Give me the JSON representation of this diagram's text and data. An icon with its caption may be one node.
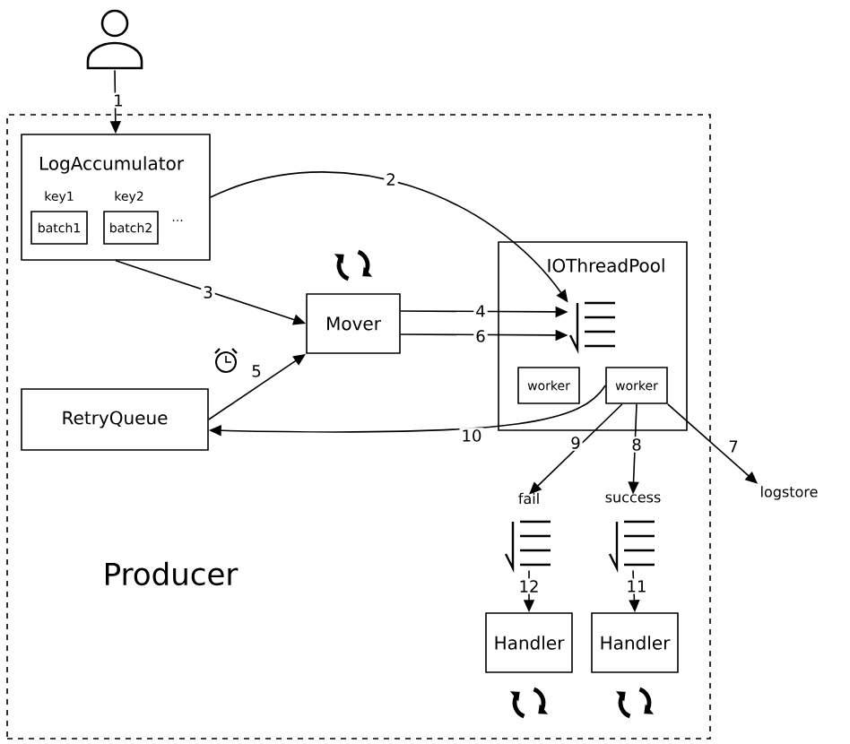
{
  "diagram": {
    "nodes": [
      {
        "text": [],
        "shape": "person"
      },
      {
        "text": [
          "Producer"
        ]
      },
      {
        "text": [
          "LogAccumulator"
        ],
        "in": 1
      },
      {
        "text": [
          "batch1"
        ],
        "beside": [
          "key1"
        ],
        "in": 2
      },
      {
        "text": [
          "batch2"
        ],
        "beside": [
          "key2"
        ],
        "in": 2
      },
      {
        "text": [
          "Mover"
        ],
        "in": 1
      },
      {
        "text": [
          "RetryQueue"
        ],
        "in": 1
      },
      {
        "text": [
          "IOThreadPool"
        ],
        "in": 1
      },
      {
        "text": [],
        "shape": "queue",
        "in": 7
      },
      {
        "text": [
          "worker"
        ],
        "in": 7
      },
      {
        "text": [
          "worker"
        ],
        "in": 7
      },
      {
        "text": [],
        "shape": "queue",
        "beside": [
          "fail"
        ],
        "in": 1
      },
      {
        "text": [],
        "shape": "queue",
        "beside": [
          "success"
        ],
        "in": 1
      },
      {
        "text": [
          "Handler"
        ],
        "in": 1
      },
      {
        "text": [
          "Handler"
        ],
        "in": 1
      },
      {
        "text": [
          "logstore"
        ]
      }
    ],
    "edges": [
      {
        "from": 0,
        "to": 2,
        "arrow": "to",
        "label": "1"
      },
      {
        "from": 2,
        "to": 8,
        "arrow": "to",
        "label": "2"
      },
      {
        "from": 2,
        "to": 5,
        "arrow": "to",
        "label": "3"
      },
      {
        "from": 5,
        "to": 8,
        "arrow": "to",
        "label": "4"
      },
      {
        "from": 6,
        "to": 5,
        "arrow": "to",
        "label": "5"
      },
      {
        "from": 5,
        "to": 8,
        "arrow": "to",
        "label": "6"
      },
      {
        "from": 10,
        "to": 15,
        "arrow": "to",
        "label": "7"
      },
      {
        "from": 10,
        "to": 12,
        "arrow": "to",
        "label": "8"
      },
      {
        "from": 10,
        "to": 11,
        "arrow": "to",
        "label": "9"
      },
      {
        "from": 10,
        "to": 6,
        "arrow": "to",
        "label": "10"
      },
      {
        "from": 12,
        "to": 14,
        "arrow": "to",
        "label": "11"
      },
      {
        "from": 11,
        "to": 13,
        "arrow": "to",
        "label": "12"
      }
    ],
    "labels": [
      "..."
    ]
  }
}
